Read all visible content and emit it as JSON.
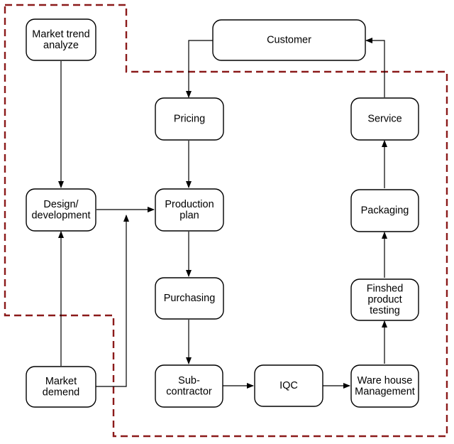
{
  "diagram": {
    "boundary_color": "#8b1a1a",
    "nodes": {
      "market_trend": {
        "lines": [
          "Market trend",
          "analyze"
        ]
      },
      "design": {
        "lines": [
          "Design/",
          "development"
        ]
      },
      "market_demend": {
        "lines": [
          "Market",
          "demend"
        ]
      },
      "customer": {
        "lines": [
          "Customer"
        ]
      },
      "pricing": {
        "lines": [
          "Pricing"
        ]
      },
      "production": {
        "lines": [
          "Production",
          "plan"
        ]
      },
      "purchasing": {
        "lines": [
          "Purchasing"
        ]
      },
      "subcontractor": {
        "lines": [
          "Sub-",
          "contractor"
        ]
      },
      "iqc": {
        "lines": [
          "IQC"
        ]
      },
      "warehouse": {
        "lines": [
          "Ware house",
          "Management"
        ]
      },
      "finished": {
        "lines": [
          "Finshed",
          "product",
          "testing"
        ]
      },
      "packaging": {
        "lines": [
          "Packaging"
        ]
      },
      "service": {
        "lines": [
          "Service"
        ]
      }
    }
  }
}
